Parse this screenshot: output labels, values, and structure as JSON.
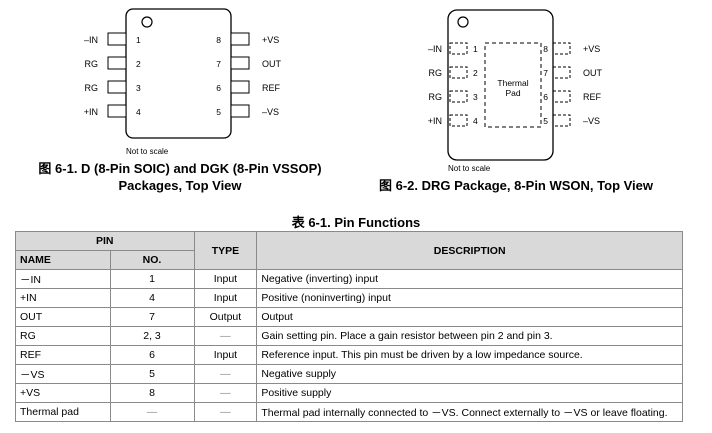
{
  "fig1": {
    "left_pins": [
      {
        "name": "–IN",
        "num": "1"
      },
      {
        "name": "RG",
        "num": "2"
      },
      {
        "name": "RG",
        "num": "3"
      },
      {
        "name": "+IN",
        "num": "4"
      }
    ],
    "right_pins": [
      {
        "name": "+VS",
        "num": "8"
      },
      {
        "name": "OUT",
        "num": "7"
      },
      {
        "name": "REF",
        "num": "6"
      },
      {
        "name": "–VS",
        "num": "5"
      }
    ],
    "note": "Not to scale",
    "caption_line1": "图 6-1. D (8-Pin SOIC) and DGK (8-Pin VSSOP)",
    "caption_line2": "Packages, Top View"
  },
  "fig2": {
    "left_pins": [
      {
        "name": "–IN",
        "num": "1"
      },
      {
        "name": "RG",
        "num": "2"
      },
      {
        "name": "RG",
        "num": "3"
      },
      {
        "name": "+IN",
        "num": "4"
      }
    ],
    "right_pins": [
      {
        "name": "+VS",
        "num": "8"
      },
      {
        "name": "OUT",
        "num": "7"
      },
      {
        "name": "REF",
        "num": "6"
      },
      {
        "name": "–VS",
        "num": "5"
      }
    ],
    "pad_line1": "Thermal",
    "pad_line2": "Pad",
    "note": "Not to scale",
    "caption": "图 6-2. DRG Package, 8-Pin WSON, Top View"
  },
  "table": {
    "title": "表 6-1. Pin Functions",
    "header_pin": "PIN",
    "header_name": "NAME",
    "header_no": "NO.",
    "header_type": "TYPE",
    "header_desc": "DESCRIPTION",
    "rows": [
      {
        "name": "－IN",
        "no": "1",
        "type": "Input",
        "desc": "Negative (inverting) input"
      },
      {
        "name": "+IN",
        "no": "4",
        "type": "Input",
        "desc": "Positive (noninverting) input"
      },
      {
        "name": "OUT",
        "no": "7",
        "type": "Output",
        "desc": "Output"
      },
      {
        "name": "RG",
        "no": "2, 3",
        "type": "—",
        "desc": "Gain setting pin. Place a gain resistor between pin 2 and pin 3."
      },
      {
        "name": "REF",
        "no": "6",
        "type": "Input",
        "desc": "Reference input. This pin must be driven by a low impedance source."
      },
      {
        "name": "－VS",
        "no": "5",
        "type": "—",
        "desc": "Negative supply"
      },
      {
        "name": "+VS",
        "no": "8",
        "type": "—",
        "desc": "Positive supply"
      },
      {
        "name": "Thermal pad",
        "no": "—",
        "type": "—",
        "desc": "Thermal pad internally connected to －VS. Connect externally to －VS or leave floating."
      }
    ]
  }
}
